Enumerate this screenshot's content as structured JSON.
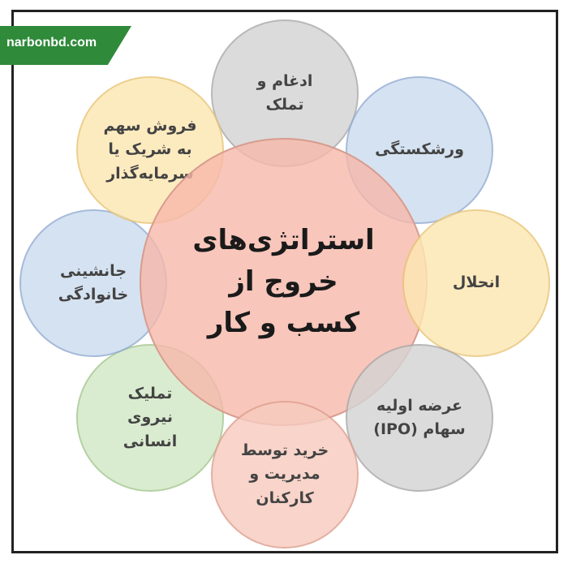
{
  "brand": {
    "text": "narbonbd.com"
  },
  "center": {
    "label": "استراتژی‌های\nخروج از\nکسب و کار"
  },
  "nodes": [
    {
      "label": "ادغام و\nتملک",
      "color": "#c9c9c9"
    },
    {
      "label": "ورشکستگی",
      "color": "#c8d8ee"
    },
    {
      "label": "انحلال",
      "color": "#fbe3a8"
    },
    {
      "label": "عرضه اولیه\nسهام (IPO)",
      "color": "#c9c9c9"
    },
    {
      "label": "خرید توسط\nمدیریت و\nکارکنان",
      "color": "#f6c8bc"
    },
    {
      "label": "تملیک\nنیروی\nانسانی",
      "color": "#cfe5c3"
    },
    {
      "label": "جانشینی\nخانوادگی",
      "color": "#c8d8ee"
    },
    {
      "label": "فروش سهم\nبه شریک یا\nسرمایه‌گذار",
      "color": "#fbe3a8"
    }
  ]
}
